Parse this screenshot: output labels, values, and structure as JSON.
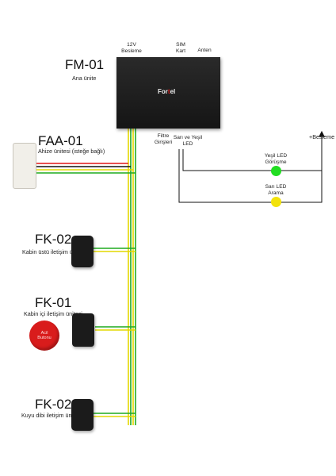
{
  "fm01": {
    "title": "FM-01",
    "subtitle": "Ana ünite",
    "brand_prefix": "For",
    "brand_mark": "t",
    "brand_suffix": "el"
  },
  "top_labels": {
    "power": "12V\nBesleme",
    "sim": "SIM\nKart",
    "antenna": "Anten"
  },
  "bottom_labels": {
    "filter": "Filtre\nGirişleri",
    "leds": "Sarı ve Yeşil\nLED"
  },
  "faa01": {
    "title": "FAA-01",
    "subtitle": "Ahize ünitesi (isteğe bağlı)"
  },
  "fk02_top": {
    "title": "FK-02",
    "subtitle": "Kabin üstü iletişim ünitesi"
  },
  "fk01": {
    "title": "FK-01",
    "subtitle": "Kabin içi iletişim ünitesi",
    "alarm_label": "Acil\nButonu"
  },
  "fk02_bottom": {
    "title": "FK-02",
    "subtitle": "Kuyu dibi iletişim ünitesi"
  },
  "leds": {
    "green": {
      "label": "Yeşil LED\nGörüşme",
      "color": "#22dd22"
    },
    "yellow": {
      "label": "Sarı LED\nArama",
      "color": "#f2e20c"
    }
  },
  "power": "+Besleme",
  "colors": {
    "wire_green": "#1faa1f",
    "wire_yellow": "#e4d800",
    "wire_red": "#e01616",
    "wire_black": "#111111"
  }
}
